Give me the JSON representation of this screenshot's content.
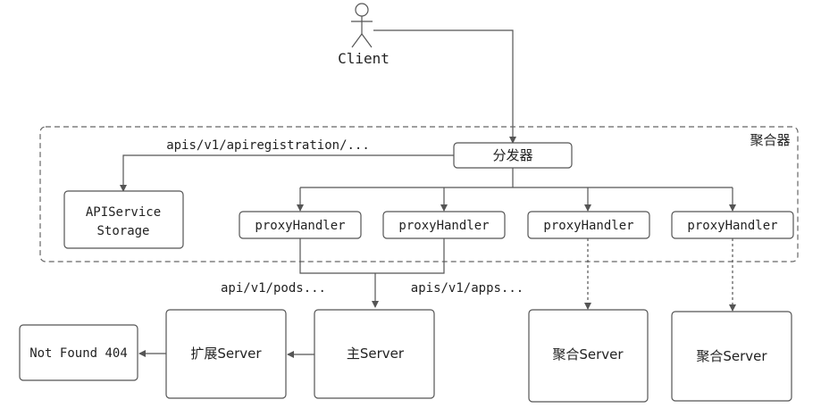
{
  "client": {
    "label": "Client"
  },
  "aggregator": {
    "label": "聚合器",
    "dispatcher_label": "分发器",
    "registration_route": "apis/v1/apiregistration/...",
    "storage_line1": "APIService",
    "storage_line2": "Storage",
    "proxy_handlers": [
      "proxyHandler",
      "proxyHandler",
      "proxyHandler",
      "proxyHandler"
    ]
  },
  "routes": {
    "pods": "api/v1/pods...",
    "apps": "apis/v1/apps..."
  },
  "servers": {
    "not_found": "Not Found 404",
    "extension": "扩展Server",
    "main": "主Server",
    "aggregated_1": "聚合Server",
    "aggregated_2": "聚合Server"
  }
}
